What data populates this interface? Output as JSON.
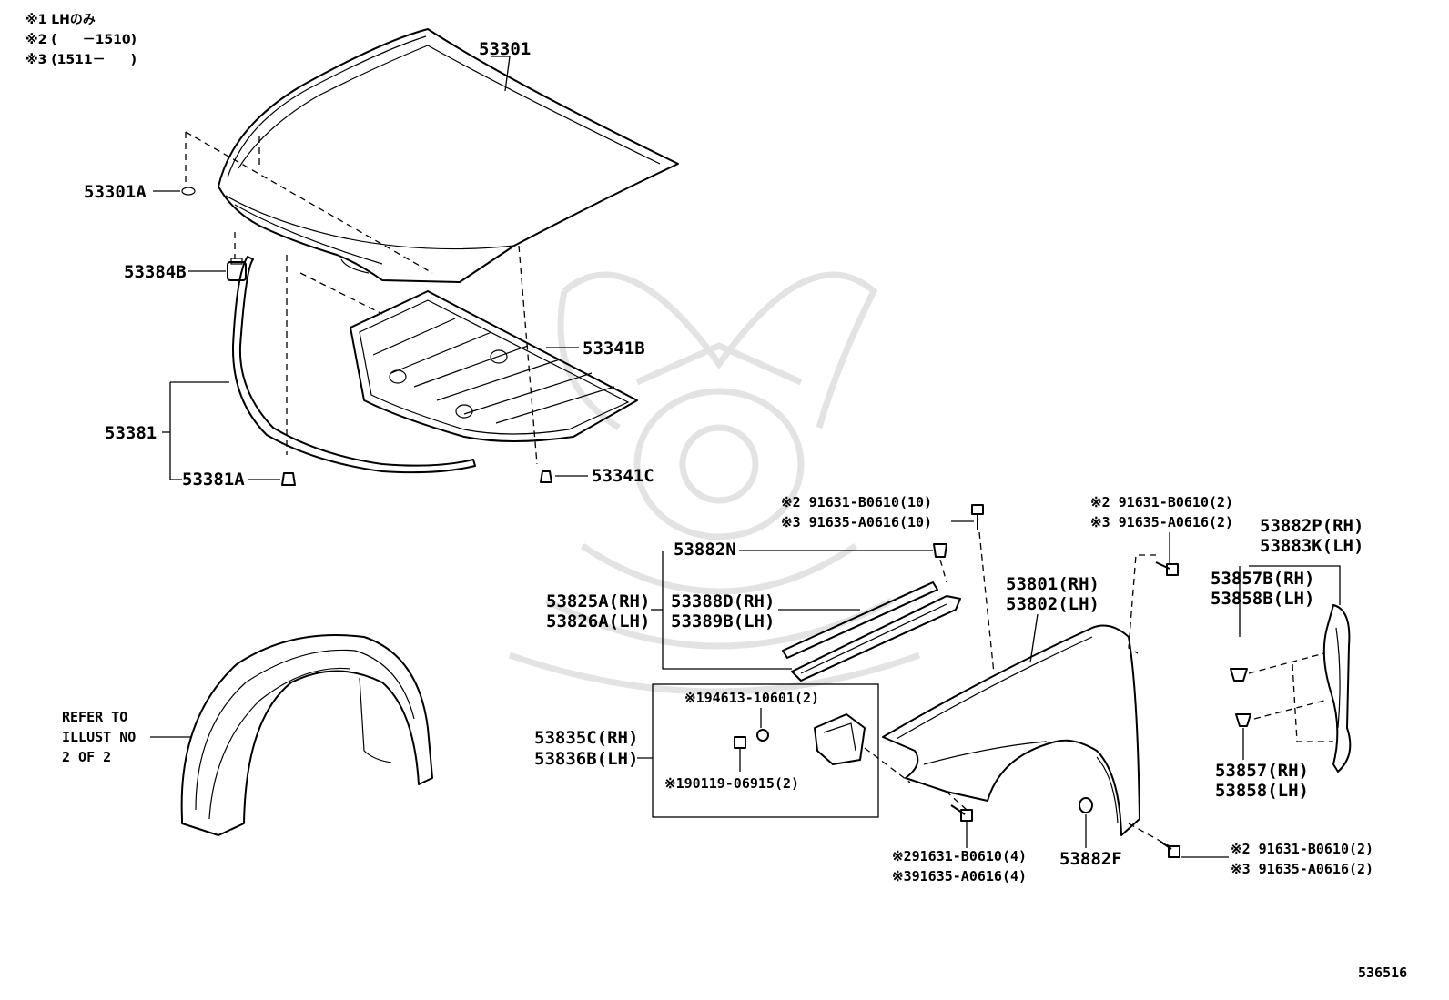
{
  "notes": {
    "n1": "※1 LHのみ",
    "n2": "※2 (　　－1510)",
    "n3": "※3 (1511－　　)"
  },
  "labels": {
    "hood": "53301",
    "hood_seal": "53301A",
    "cushion": "53384B",
    "insulator": "53341B",
    "insulator_clip": "53341C",
    "hood_weatherstrip": "53381",
    "hood_weatherstrip_clip": "53381A",
    "refer_line1": "REFER TO",
    "refer_line2": "ILLUST NO",
    "refer_line3": "2 OF 2",
    "clip_53882n": "53882N",
    "fender_seal_rh": "53825A(RH)",
    "fender_seal_lh": "53826A(LH)",
    "seal_rh": "53388D(RH)",
    "seal_lh": "53389B(LH)",
    "bolt_top_a": "※2 91631-B0610(10)",
    "bolt_top_b": "※3 91635-A0616(10)",
    "bolt_right_a": "※2 91631-B0610(2)",
    "bolt_right_b": "※3 91635-A0616(2)",
    "fender_rh": "53801(RH)",
    "fender_lh": "53802(LH)",
    "protector_rh": "53882P(RH)",
    "protector_lh": "53883K(LH)",
    "seal_857b_rh": "53857B(RH)",
    "seal_858b_lh": "53858B(LH)",
    "seal_857_rh": "53857(RH)",
    "seal_858_lh": "53858(LH)",
    "bracket_rh": "53835C(RH)",
    "bracket_lh": "53836B(LH)",
    "nut": "※194613-10601(2)",
    "screw": "※190119-06915(2)",
    "bolt_bottom_a": "※291631-B0610(4)",
    "bolt_bottom_b": "※391635-A0616(4)",
    "grommet": "53882F",
    "bolt_br_a": "※2 91631-B0610(2)",
    "bolt_br_b": "※3 91635-A0616(2)",
    "diagram_number": "536516"
  }
}
